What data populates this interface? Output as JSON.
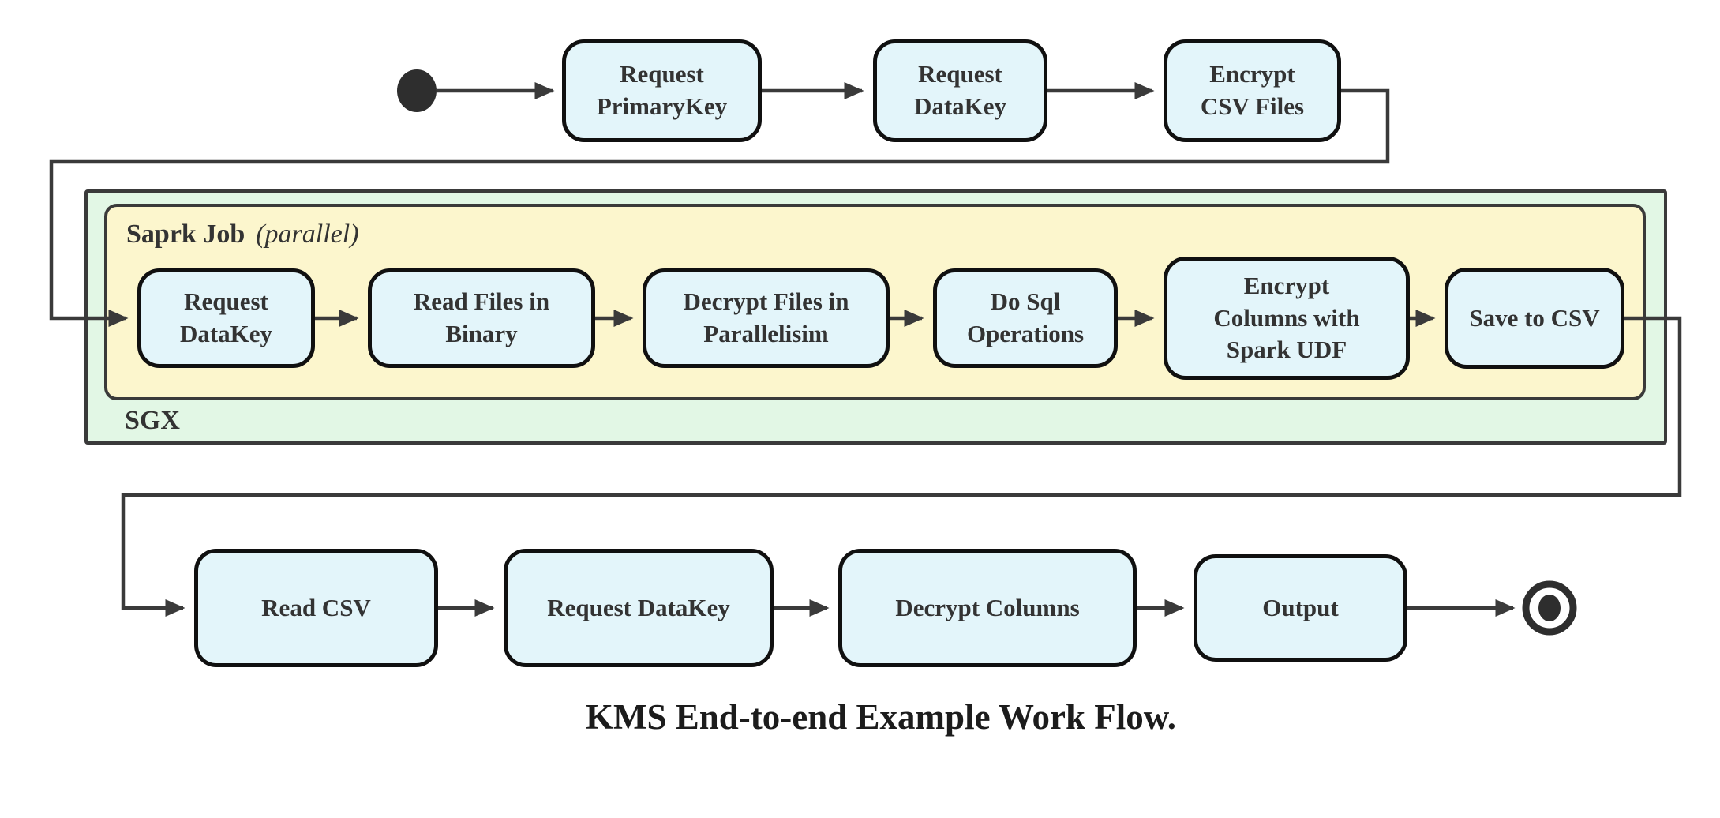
{
  "diagram": {
    "caption": "KMS End-to-end Example Work Flow.",
    "containers": {
      "sgx_label": "SGX",
      "spark_label": "Saprk Job",
      "spark_label_suffix": "(parallel)"
    },
    "nodes": {
      "top": [
        {
          "id": "request-primarykey",
          "label": "Request\nPrimaryKey"
        },
        {
          "id": "request-datakey",
          "label": "Request\nDataKey"
        },
        {
          "id": "encrypt-csv-files",
          "label": "Encrypt\nCSV Files"
        }
      ],
      "spark_job": [
        {
          "id": "request-datakey-sgx",
          "label": "Request\nDataKey"
        },
        {
          "id": "read-files-in-binary",
          "label": "Read Files in\nBinary"
        },
        {
          "id": "decrypt-files-in-parallelisim",
          "label": "Decrypt Files in\nParallelisim"
        },
        {
          "id": "do-sql-operations",
          "label": "Do Sql\nOperations"
        },
        {
          "id": "encrypt-columns-with-spark-udf",
          "label": "Encrypt\nColumns with\nSpark UDF"
        },
        {
          "id": "save-to-csv",
          "label": "Save to CSV"
        }
      ],
      "bottom": [
        {
          "id": "read-csv",
          "label": "Read CSV"
        },
        {
          "id": "request-datakey-client",
          "label": "Request DataKey"
        },
        {
          "id": "decrypt-columns",
          "label": "Decrypt Columns"
        },
        {
          "id": "output",
          "label": "Output"
        }
      ]
    },
    "colors": {
      "node_fill": "#e3f5fa",
      "node_border": "#101010",
      "yellow_container": "#fcf6cd",
      "green_container": "#e2f7e5",
      "container_border": "#3a3a3a",
      "line": "#3a3a3a",
      "terminal_fill": "#2e2e2e",
      "text": "#333333"
    }
  }
}
